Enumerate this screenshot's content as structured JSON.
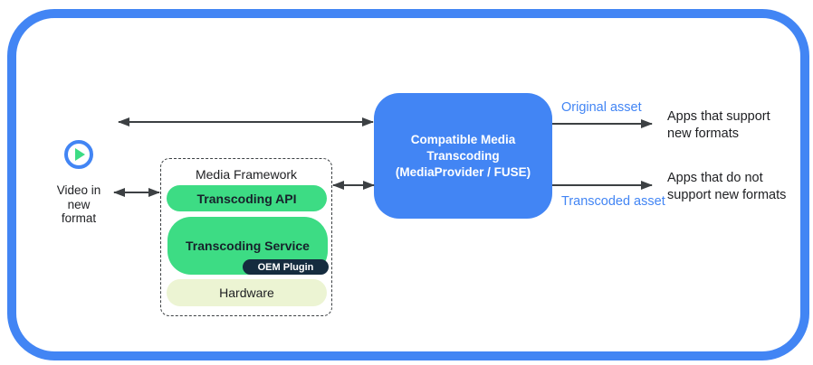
{
  "colors": {
    "frame_blue": "#4285F4",
    "android_green": "#3DDC84",
    "oem_navy": "#152C3F",
    "hardware_pale_green": "#ECF4D3",
    "arrow_gray": "#3C4043",
    "asset_label_blue": "#4285F4",
    "text_dark": "#202124"
  },
  "source": {
    "label": "Video in\nnew\nformat"
  },
  "media_framework": {
    "title": "Media Framework",
    "transcoding_api_label": "Transcoding API",
    "transcoding_service_label": "Transcoding Service",
    "oem_plugin_label": "OEM Plugin",
    "hardware_label": "Hardware"
  },
  "transcoder": {
    "label": "Compatible Media\nTranscoding\n(MediaProvider / FUSE)"
  },
  "outputs": {
    "original": {
      "flow_label": "Original asset",
      "destination": "Apps that support\nnew formats"
    },
    "transcoded": {
      "flow_label": "Transcoded asset",
      "destination": "Apps that do not\nsupport new formats"
    }
  }
}
